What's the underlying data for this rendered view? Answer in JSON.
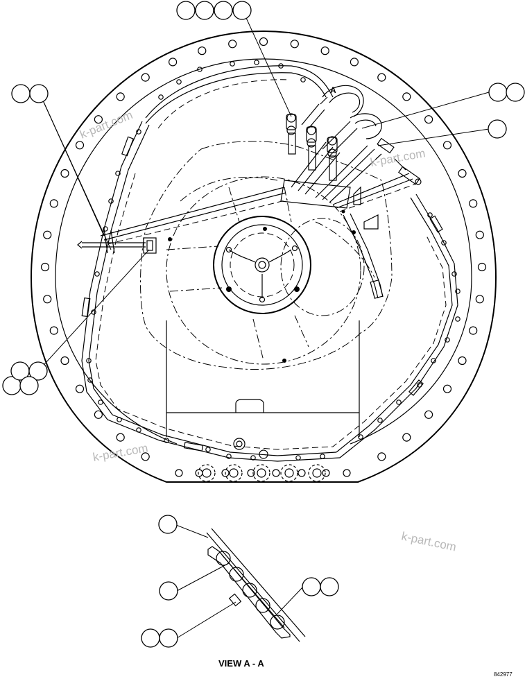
{
  "section_marker": "A",
  "view_label": "VIEW A - A",
  "drawing_code": "842977",
  "watermarks": [
    "k-part.com",
    "k-part.com",
    "k-part.com",
    "k-part.com"
  ],
  "line_color": "#000000",
  "watermark_color": "#b8b8b8"
}
